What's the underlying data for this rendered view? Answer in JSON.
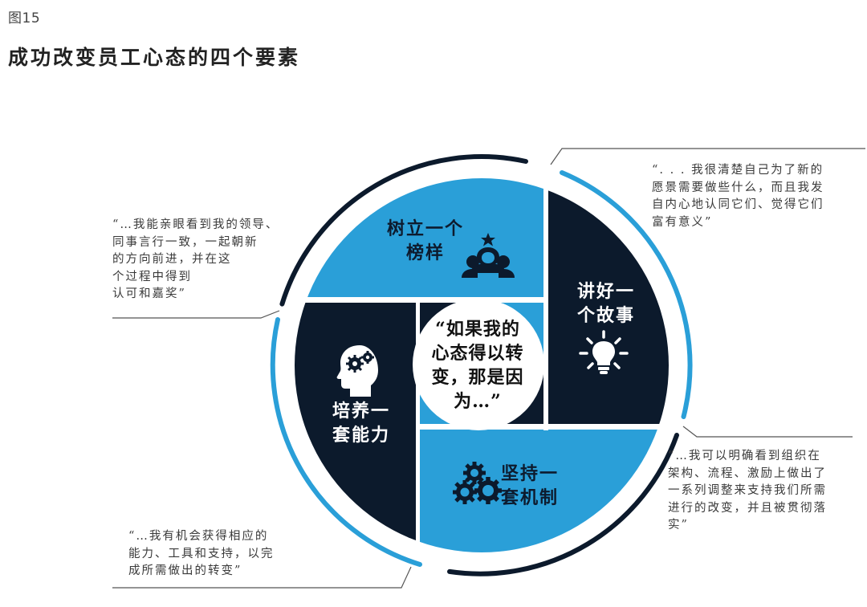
{
  "figure": {
    "label": "图15",
    "title": "成功改变员工心态的四个要素"
  },
  "colors": {
    "light_blue": "#2a9fd8",
    "navy": "#0c1a2c",
    "connector_gray": "#555555",
    "text_gray": "#3a3a3a"
  },
  "center": {
    "lines": [
      "“如果我的",
      "心态得以转",
      "变，那是因",
      "为…”"
    ]
  },
  "segments": [
    {
      "id": "role-model",
      "position": "top",
      "color": "light_blue",
      "label_lines": [
        "树立一个",
        "榜样"
      ],
      "icon": "role-model-people-star-icon"
    },
    {
      "id": "story",
      "position": "right",
      "color": "navy",
      "label_lines": [
        "讲好一",
        "个故事"
      ],
      "icon": "lightbulb-icon"
    },
    {
      "id": "mechanism",
      "position": "bottom",
      "color": "light_blue",
      "label_lines": [
        "坚持一",
        "套机制"
      ],
      "icon": "gears-icon"
    },
    {
      "id": "capability",
      "position": "left",
      "color": "navy",
      "label_lines": [
        "培养一",
        "套能力"
      ],
      "icon": "head-gears-icon"
    }
  ],
  "quotes": {
    "top_left": [
      "“…我能亲眼看到我的领导、",
      "同事言行一致，一起朝新",
      "的方向前进，并在这",
      "个过程中得到",
      "认可和嘉奖”"
    ],
    "top_right": [
      "“. . . 我很清楚自己为了新的",
      "愿景需要做些什么，而且我发",
      "自内心地认同它们、觉得它们",
      "富有意义”"
    ],
    "bottom_right": [
      "“…我可以明确看到组织在",
      "架构、流程、激励上做出了",
      "一系列调整来支持我们所需",
      "进行的改变，并且被贯彻落",
      "实”"
    ],
    "bottom_left": [
      "“…我有机会获得相应的",
      "能力、工具和支持，以完",
      "成所需做出的转变”"
    ]
  }
}
